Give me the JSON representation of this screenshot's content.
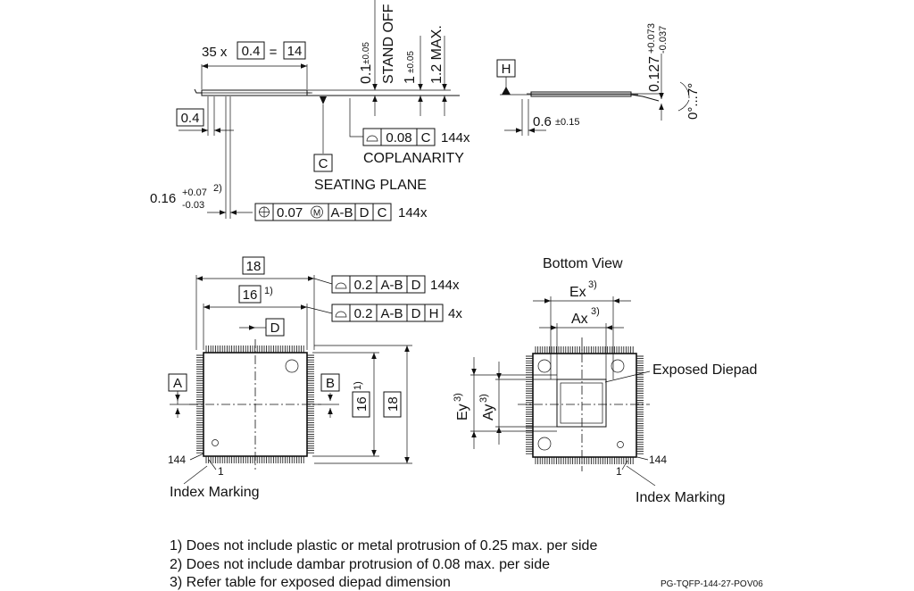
{
  "side_view": {
    "pitch_count": "35 x",
    "pitch": "0.4",
    "equals": "=",
    "pitch_total": "14",
    "standoff": "0.1",
    "standoff_tol": "±0.05",
    "standoff_label": "STAND OFF",
    "body_thick": "1",
    "body_thick_tol": "±0.05",
    "height_max": "1.2 MAX.",
    "lead_width": "0.4",
    "coplan_value": "0.08",
    "coplan_ref": "C",
    "coplan_count": "144x",
    "coplanarity": "COPLANARITY",
    "datum_c": "C",
    "seating_plane": "SEATING PLANE",
    "lead_w2": "0.16",
    "lead_w2_plus": "+0.07",
    "lead_w2_minus": "-0.03",
    "lead_w2_note": "2)",
    "pos_value": "0.07",
    "pos_mod": "M",
    "pos_ref1": "A-B",
    "pos_ref2": "D",
    "pos_ref3": "C",
    "pos_count": "144x"
  },
  "end_view": {
    "datum_h": "H",
    "lead_thick": "0.127",
    "lead_thick_plus": "+0.073",
    "lead_thick_minus": "-0.037",
    "lead_len": "0.6",
    "lead_len_tol": "±0.15",
    "angle": "0°...7°"
  },
  "top_view": {
    "dim_outer": "18",
    "dim_body": "16",
    "dim_body_note": "1)",
    "datum_d": "D",
    "datum_a": "A",
    "datum_b": "B",
    "fc1_value": "0.2",
    "fc1_ref1": "A-B",
    "fc1_ref2": "D",
    "fc1_count": "144x",
    "fc2_value": "0.2",
    "fc2_ref1": "A-B",
    "fc2_ref2": "D",
    "fc2_ref3": "H",
    "fc2_count": "4x",
    "dim_body_v": "16",
    "dim_body_v_note": "1)",
    "dim_outer_v": "18",
    "pin_last": "144",
    "pin_first": "1",
    "index_marking": "Index Marking"
  },
  "bottom_view": {
    "title": "Bottom View",
    "ex": "Ex",
    "ex_note": "3)",
    "ax": "Ax",
    "ax_note": "3)",
    "ey": "Ey",
    "ey_note": "3)",
    "ay": "Ay",
    "ay_note": "3)",
    "exposed_diepad": "Exposed Diepad",
    "pin_last": "144",
    "pin_first": "1",
    "index_marking": "Index Marking"
  },
  "notes": [
    "1) Does not include plastic or metal protrusion of 0.25 max. per side",
    "2) Does not include dambar protrusion of 0.08 max. per side",
    "3) Refer table for exposed diepad dimension"
  ],
  "drawing_id": "PG-TQFP-144-27-PO",
  "version": "V06"
}
